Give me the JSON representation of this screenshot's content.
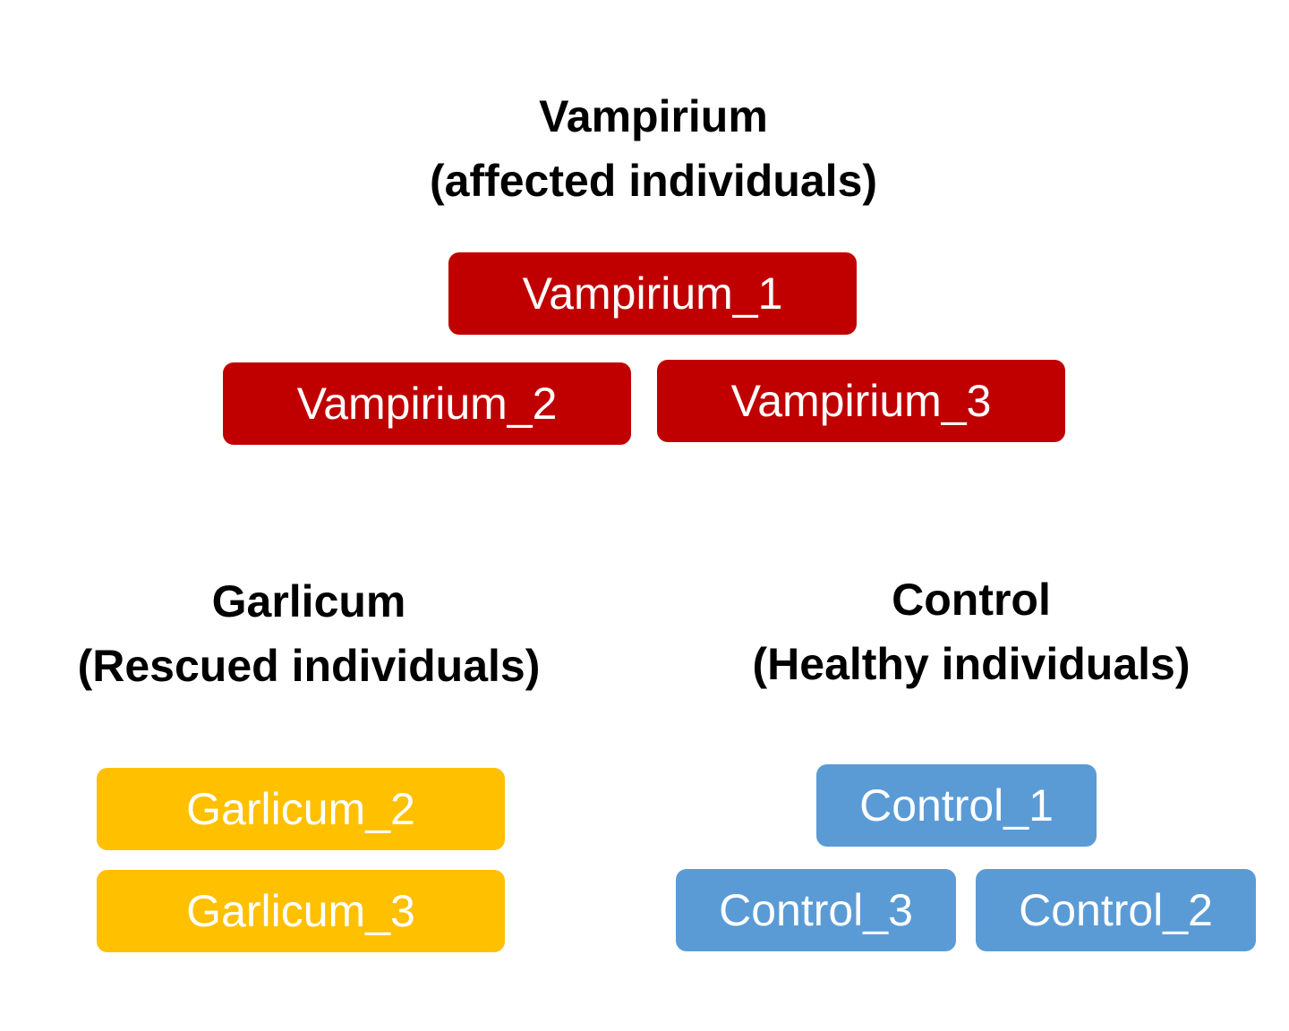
{
  "groups": {
    "vampirium": {
      "title": "Vampirium",
      "subtitle": "(affected individuals)",
      "color": "#c00000",
      "samples": [
        "Vampirium_1",
        "Vampirium_2",
        "Vampirium_3"
      ]
    },
    "garlicum": {
      "title": "Garlicum",
      "subtitle": "(Rescued individuals)",
      "color": "#ffc000",
      "samples": [
        "Garlicum_2",
        "Garlicum_3"
      ]
    },
    "control": {
      "title": "Control",
      "subtitle": "(Healthy individuals)",
      "color": "#5b9bd5",
      "samples": [
        "Control_1",
        "Control_3",
        "Control_2"
      ]
    }
  }
}
